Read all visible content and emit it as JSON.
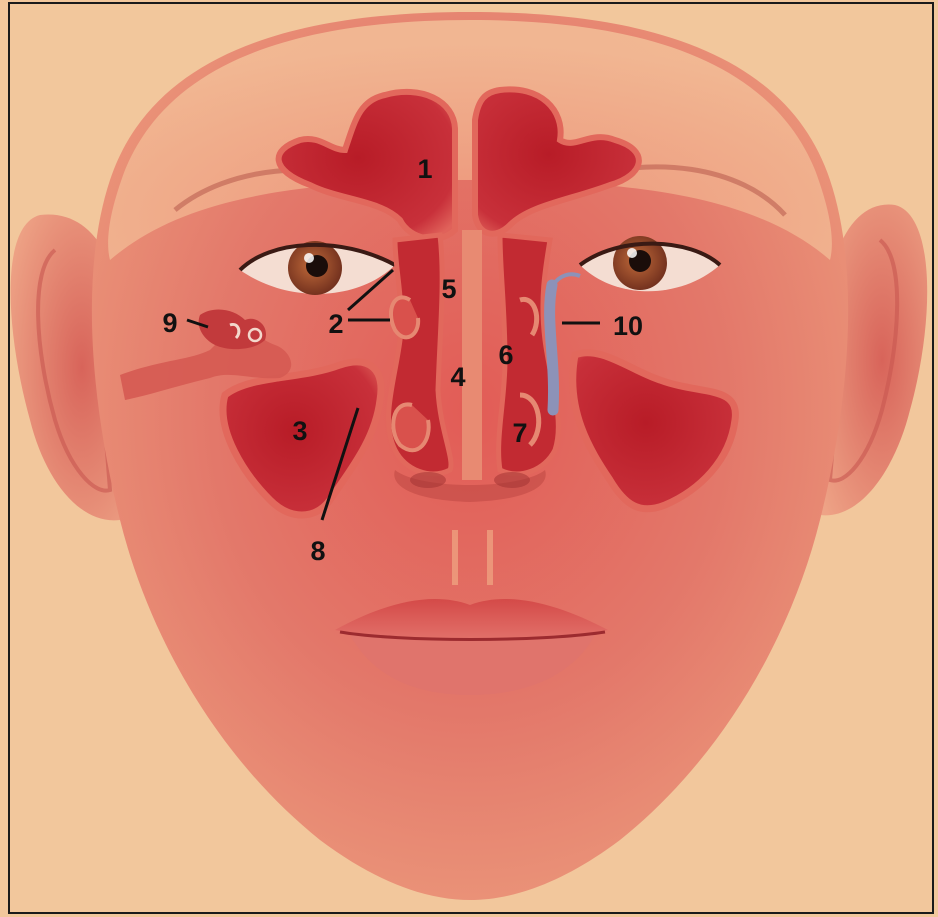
{
  "labels": [
    "1",
    "2",
    "3",
    "4",
    "5",
    "6",
    "7",
    "8",
    "9",
    "10"
  ],
  "colors": {
    "background": "#f2c79c",
    "skin_light": "#f0a47e",
    "skin_mid": "#e47766",
    "skin_dark": "#c84a45",
    "sinus_fill": "#c4252d",
    "sinus_rim": "#e2685c",
    "iris": "#9a4a2a",
    "eye_white": "#f7e9e1",
    "lips": "#d9514c",
    "nerve": "#8d92b8",
    "label_ink": "#111111",
    "frame": "#1a1a1a"
  },
  "icons": [
    "face-illustration",
    "frontal-sinus",
    "ethmoid-sinus",
    "maxillary-sinus",
    "nasal-cavity",
    "tear-duct",
    "middle-ear",
    "ear"
  ]
}
